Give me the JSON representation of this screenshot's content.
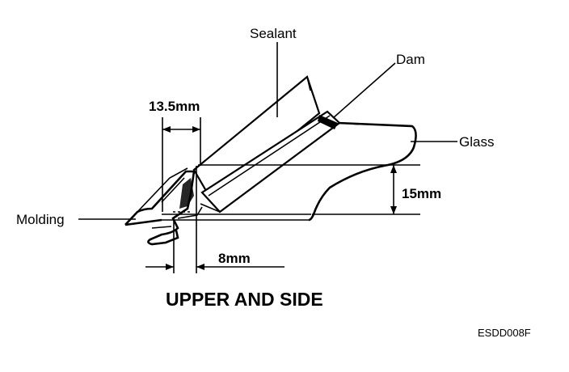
{
  "labels": {
    "sealant": "Sealant",
    "dam": "Dam",
    "glass": "Glass",
    "molding": "Molding"
  },
  "dimensions": {
    "top_width": "13.5mm",
    "bottom_width": "8mm",
    "height": "15mm"
  },
  "title": "UPPER AND SIDE",
  "figure_code": "ESDD008F",
  "colors": {
    "ink": "#000000",
    "paper": "#ffffff"
  }
}
